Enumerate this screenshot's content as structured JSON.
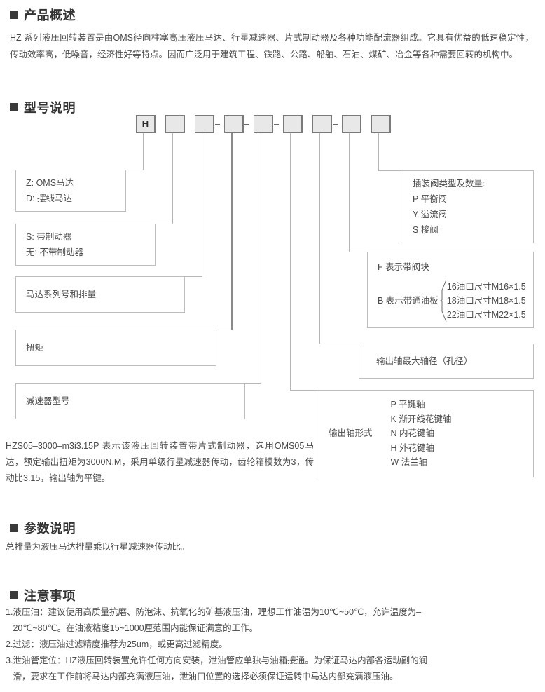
{
  "sections": {
    "overview": {
      "title": "产品概述",
      "body": "HZ 系列液压回转装置是由OMS径向柱塞高压液压马达、行星减速器、片式制动器及各种功能配流器组成。它具有优益的低速稳定性，传动效率高，低噪音，经济性好等特点。因而广泛用于建筑工程、铁路、公路、船舶、石油、煤矿、冶金等各种需要回转的机构中。"
    },
    "model": {
      "title": "型号说明",
      "example": "HZS05–3000–m3i3.15P 表示该液压回转装置带片式制动器，选用OMS05马达，额定输出扭矩为3000N.M，采用单级行星减速器传动，齿轮箱模数为3，传动比3.15，输出轴为平键。"
    },
    "params": {
      "title": "参数说明",
      "body": "总排量为液压马达排量乘以行星减速器传动比。"
    },
    "notice": {
      "title": "注意事项",
      "items": [
        {
          "num": "1.",
          "text": "液压油：建议使用高质量抗磨、防泡沫、抗氧化的矿基液压油，理想工作油温为10℃~50℃，允许温度为–20℃~80℃。在油液粘度15~1000厘范围内能保证满意的工作。"
        },
        {
          "num": "2.",
          "text": "过滤：液压油过滤精度推荐为25um，或更高过滤精度。"
        },
        {
          "num": "3.",
          "text": "泄油管定位：HZ液压回转装置允许任何方向安装，泄油管应单独与油箱接通。为保证马达内部各运动副的润滑，要求在工作前将马达内部充满液压油，泄油口位置的选择必须保证运转中马达内部充满液压油。"
        }
      ]
    }
  },
  "code_boxes": [
    {
      "label": "H"
    },
    {
      "label": ""
    },
    {
      "label": ""
    },
    {
      "label": ""
    },
    {
      "label": ""
    },
    {
      "label": ""
    },
    {
      "label": ""
    },
    {
      "label": ""
    },
    {
      "label": ""
    },
    {
      "label": ""
    }
  ],
  "left_labels": [
    {
      "name": "motor-type",
      "rows": [
        "Z: OMS马达",
        "D: 摆线马达"
      ]
    },
    {
      "name": "brake-option",
      "rows": [
        "S: 带制动器",
        "无: 不带制动器"
      ]
    },
    {
      "name": "motor-series",
      "rows": [
        "马达系列号和排量"
      ]
    },
    {
      "name": "torque",
      "rows": [
        "扭矩"
      ]
    },
    {
      "name": "reducer-model",
      "rows": [
        "减速器型号"
      ]
    }
  ],
  "right_labels": {
    "valve": {
      "title": "插装阀类型及数量:",
      "rows": [
        "P 平衡阀",
        "Y 溢流阀",
        "S 梭阀"
      ]
    },
    "block": {
      "row1": "F 表示带阀块",
      "brace_label": "B 表示带通油板",
      "brace_items": [
        "16油口尺寸M16×1.5",
        "18油口尺寸M18×1.5",
        "22油口尺寸M22×1.5"
      ]
    },
    "shaft_dia": "输出轴最大轴径（孔径）",
    "shaft_form": {
      "label": "输出轴形式",
      "rows": [
        "P 平键轴",
        "K 渐开线花键轴",
        "N 内花键轴",
        "H 外花键轴",
        "W 法兰轴"
      ]
    }
  },
  "colors": {
    "heading": "#333333",
    "text": "#4a4a4a",
    "box_fill": "#e8e8e8",
    "box_border": "#7a7a7a",
    "line": "#b5b5b5"
  }
}
